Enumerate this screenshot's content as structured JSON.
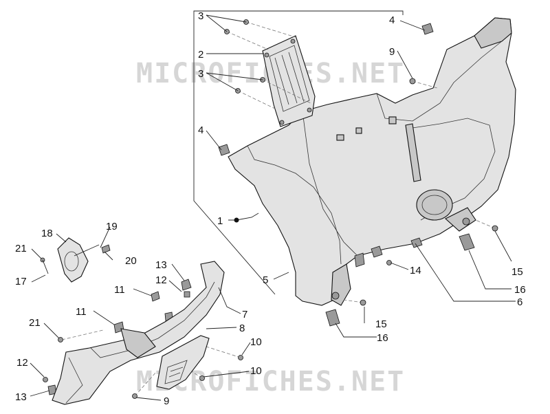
{
  "watermark": {
    "text": "MICROFICHES.NET",
    "color": "#d6d6d6"
  },
  "callouts": [
    {
      "id": "c3a",
      "label": "3"
    },
    {
      "id": "c2",
      "label": "2"
    },
    {
      "id": "c3b",
      "label": "3"
    },
    {
      "id": "c4a",
      "label": "4"
    },
    {
      "id": "c4b",
      "label": "4"
    },
    {
      "id": "c9a",
      "label": "9"
    },
    {
      "id": "c1",
      "label": "1"
    },
    {
      "id": "c5",
      "label": "5"
    },
    {
      "id": "c6",
      "label": "6"
    },
    {
      "id": "c14",
      "label": "14"
    },
    {
      "id": "c15a",
      "label": "15"
    },
    {
      "id": "c16a",
      "label": "16"
    },
    {
      "id": "c15b",
      "label": "15"
    },
    {
      "id": "c16b",
      "label": "16"
    },
    {
      "id": "c18",
      "label": "18"
    },
    {
      "id": "c19",
      "label": "19"
    },
    {
      "id": "c21a",
      "label": "21"
    },
    {
      "id": "c20",
      "label": "20"
    },
    {
      "id": "c17",
      "label": "17"
    },
    {
      "id": "c13a",
      "label": "13"
    },
    {
      "id": "c12a",
      "label": "12"
    },
    {
      "id": "c11a",
      "label": "11"
    },
    {
      "id": "c7",
      "label": "7"
    },
    {
      "id": "c11b",
      "label": "11"
    },
    {
      "id": "c8",
      "label": "8"
    },
    {
      "id": "c21b",
      "label": "21"
    },
    {
      "id": "c10a",
      "label": "10"
    },
    {
      "id": "c10b",
      "label": "10"
    },
    {
      "id": "c12b",
      "label": "12"
    },
    {
      "id": "c13b",
      "label": "13"
    },
    {
      "id": "c9b",
      "label": "9"
    }
  ]
}
